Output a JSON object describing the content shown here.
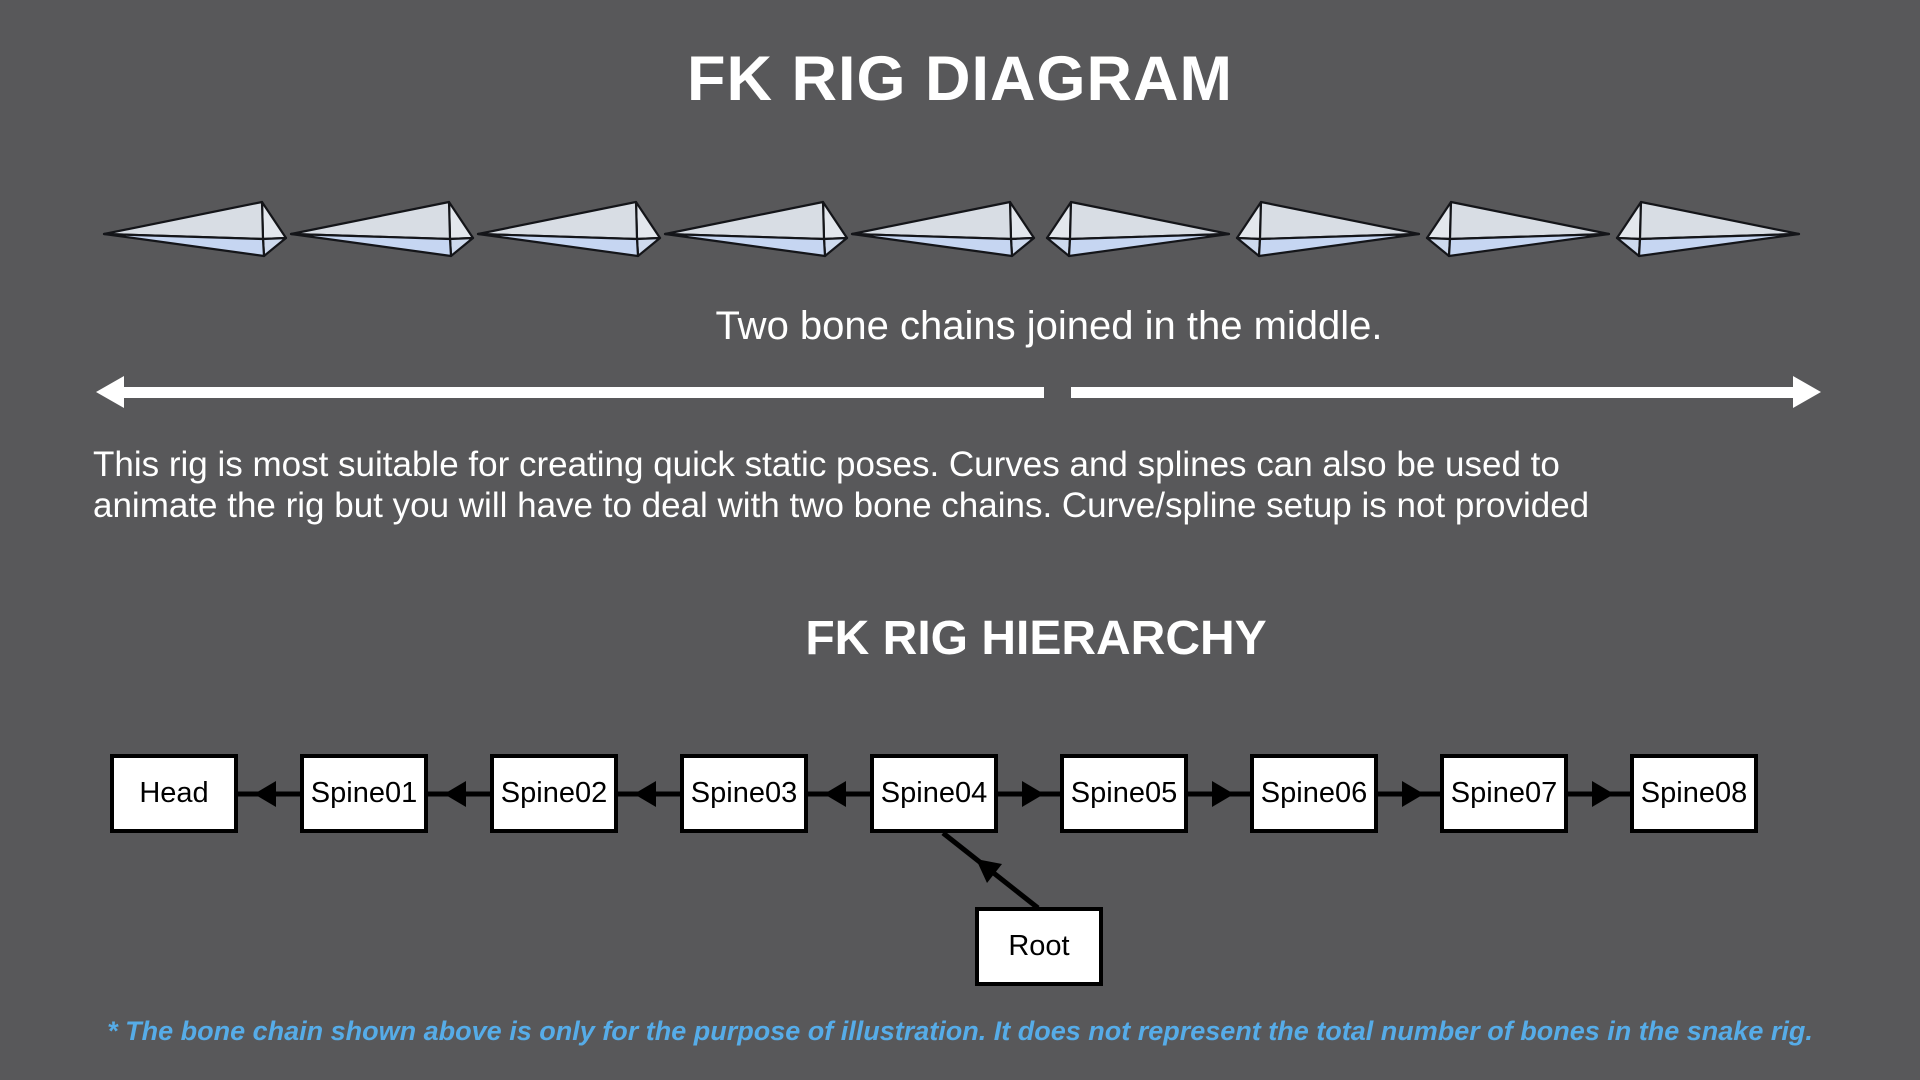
{
  "colors": {
    "background": "#58585A",
    "text": "#FFFFFF",
    "footnote": "#56ACE8",
    "bone_fill_top": "#D8DDE4",
    "bone_fill_head_upper": "#E3E7ED",
    "bone_fill_head_lower": "#CEDAEE",
    "bone_fill_under": "#C6D6F2",
    "bone_outline": "#141519",
    "node_fill": "#FFFFFF",
    "node_border": "#000000",
    "node_text": "#000000",
    "connector": "#000000",
    "span_arrow": "#FFFFFF"
  },
  "title": "FK RIG DIAGRAM",
  "bone_chain": {
    "caption": "Two bone chains joined in the middle.",
    "left_bone_count": 5,
    "right_bone_count": 4
  },
  "description": {
    "lines": [
      "This rig is most suitable for creating quick static poses. Curves and splines can also be used to",
      "animate the rig but you will have to deal with two bone chains. Curve/spline setup is not provided"
    ]
  },
  "hierarchy": {
    "heading": "FK RIG HIERARCHY",
    "nodes": [
      "Head",
      "Spine01",
      "Spine02",
      "Spine03",
      "Spine04",
      "Spine05",
      "Spine06",
      "Spine07",
      "Spine08"
    ],
    "root_node": "Root"
  },
  "footnote": "* The bone chain shown above is only for the purpose of illustration. It does not represent the total number of bones in the snake rig."
}
